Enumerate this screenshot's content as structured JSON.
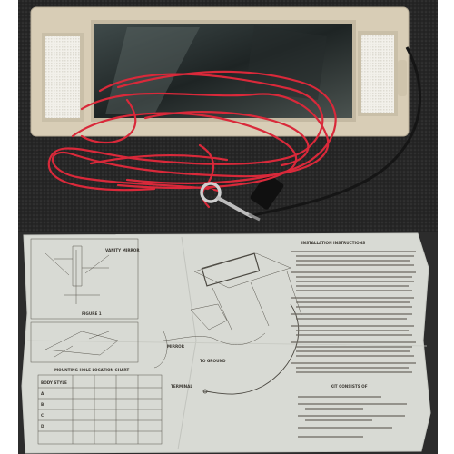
{
  "photo_top": {
    "subject": "lighted vanity mirror with red and black wiring harness",
    "colors": {
      "background": "#262626",
      "housing": "#d6cbb4",
      "wire_red": "#d92b3c",
      "wire_black": "#1c1c1c"
    }
  },
  "photo_bottom": {
    "subject": "installation instruction sheet",
    "colors": {
      "background": "#303030",
      "paper": "#d8dad4",
      "ink": "#3d3a34"
    },
    "sheet_text": {
      "left_heading": "MOUNTING HOLE LOCATION CHART",
      "right_heading": "INSTALLATION INSTRUCTIONS",
      "right_subheading": "KIT CONSISTS OF",
      "label_ground": "TO GROUND",
      "label_terminal": "TERMINAL",
      "label_mirror": "MIRROR",
      "label_vanity": "VANITY MIRROR",
      "label_figure": "FIGURE 1",
      "chart_rows": [
        "BODY STYLE",
        "A",
        "B",
        "C",
        "D"
      ]
    }
  }
}
